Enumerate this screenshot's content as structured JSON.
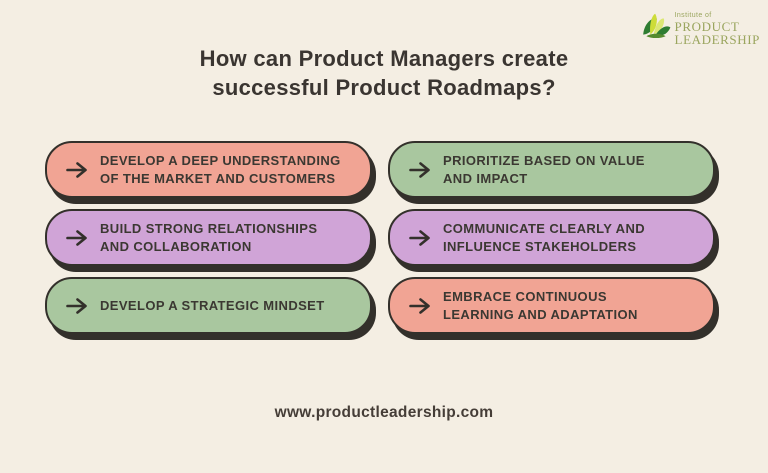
{
  "page": {
    "background_color": "#f4eee3",
    "dark_color": "#33302b"
  },
  "logo": {
    "tagline": "Institute of",
    "name_line1": "PRODUCT",
    "name_line2": "LEADERSHIP",
    "text_color": "#9aa55e",
    "leaf_green": "#2e7d32",
    "leaf_yellow": "#cddc39"
  },
  "title": {
    "line1": "How can Product Managers create",
    "line2": "successful Product Roadmaps?"
  },
  "cards": [
    {
      "label": "DEVELOP A DEEP UNDERSTANDING\nOF THE MARKET AND CUSTOMERS",
      "color": "#f1a494"
    },
    {
      "label": "PRIORITIZE BASED ON VALUE\nAND IMPACT",
      "color": "#a9c79f"
    },
    {
      "label": "BUILD STRONG RELATIONSHIPS\nAND COLLABORATION",
      "color": "#d0a4d7"
    },
    {
      "label": "COMMUNICATE CLEARLY AND\nINFLUENCE STAKEHOLDERS",
      "color": "#d0a4d7"
    },
    {
      "label": "DEVELOP A STRATEGIC MINDSET",
      "color": "#a9c79f"
    },
    {
      "label": "EMBRACE CONTINUOUS\nLEARNING AND ADAPTATION",
      "color": "#f1a494"
    }
  ],
  "footer": {
    "url": "www.productleadership.com"
  }
}
